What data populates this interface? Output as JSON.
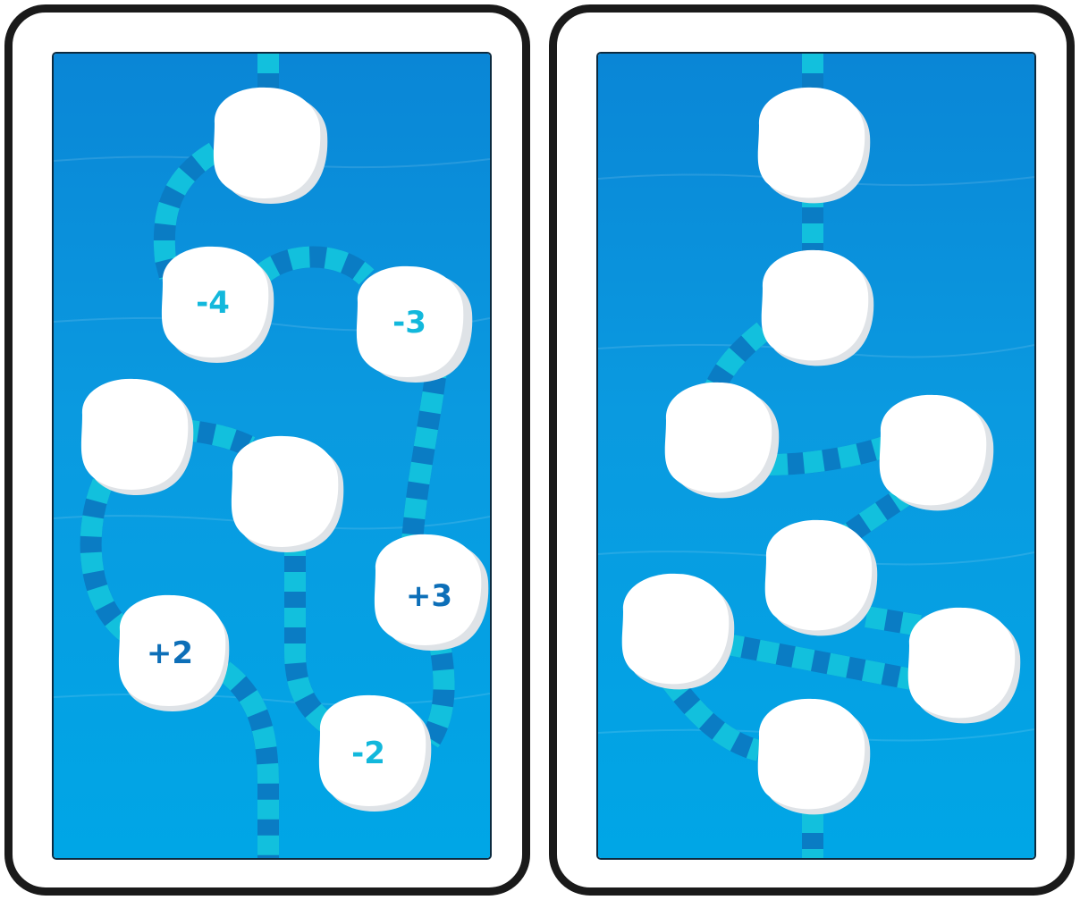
{
  "colors": {
    "card_border": "#1a1a1a",
    "water_top": "#0a86d6",
    "water_bottom": "#00a6e6",
    "path_light": "#12c0dd",
    "path_dark": "#0a7cc4",
    "stone_fill": "#ffffff",
    "stone_shadow": "#dfe3e7",
    "label_negative": "#12b8dc",
    "label_positive": "#0d6fb8"
  },
  "boards": [
    {
      "name": "left-board",
      "stones": [
        {
          "id": "s1",
          "label": ""
        },
        {
          "id": "s2",
          "label": "-4"
        },
        {
          "id": "s3",
          "label": "-3"
        },
        {
          "id": "s4",
          "label": ""
        },
        {
          "id": "s5",
          "label": ""
        },
        {
          "id": "s6",
          "label": "+3"
        },
        {
          "id": "s7",
          "label": "+2"
        },
        {
          "id": "s8",
          "label": "-2"
        }
      ]
    },
    {
      "name": "right-board",
      "stones": [
        {
          "id": "r1",
          "label": ""
        },
        {
          "id": "r2",
          "label": ""
        },
        {
          "id": "r3",
          "label": ""
        },
        {
          "id": "r4",
          "label": ""
        },
        {
          "id": "r5",
          "label": ""
        },
        {
          "id": "r6",
          "label": ""
        },
        {
          "id": "r7",
          "label": ""
        },
        {
          "id": "r8",
          "label": ""
        }
      ]
    }
  ]
}
